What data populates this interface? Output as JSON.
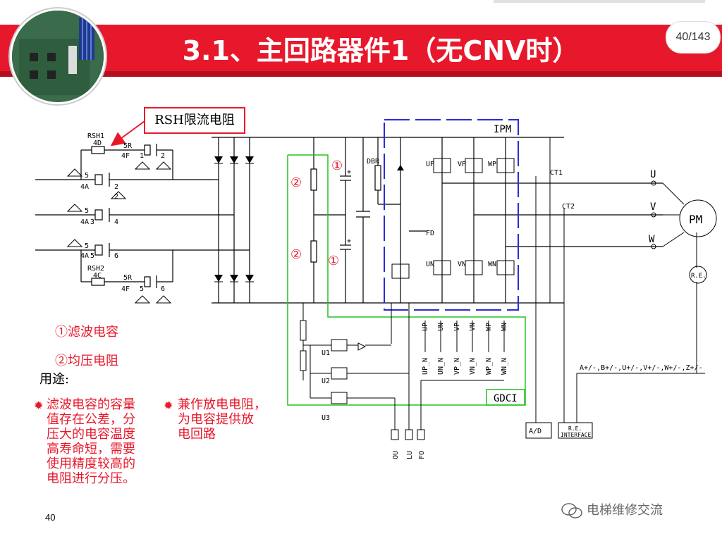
{
  "slide": {
    "title": "3.1、主回路器件1（无CNV时）",
    "page_badge": "40/143",
    "page_number": "40",
    "watermark": "电梯维修交流"
  },
  "callout": {
    "rsh_label": "RSH限流电阻"
  },
  "legend": {
    "item1": "①滤波电容",
    "item2": "②均压电阻",
    "usage": "用途:",
    "left_block": [
      "滤波电容的容量",
      "值存在公差，分",
      "压大的电容温度",
      "高寿命短，需要",
      "使用精度较高的",
      "电阻进行分压。"
    ],
    "right_block": [
      "兼作放电电阻，",
      "为电容提供放",
      "电回路"
    ]
  },
  "diagram": {
    "markers": {
      "circ1": "①",
      "circ2": "②"
    },
    "labels": {
      "rsh1": "RSH1",
      "r4d": "4D",
      "r5r_top": "5R",
      "r4f_top": "4F",
      "n1": "1",
      "n2": "2",
      "n5a": "5",
      "n4a1": "4A",
      "n2b": "2",
      "n5b": "5",
      "n4a2": "4A",
      "n3": "3",
      "n4": "4",
      "n5c": "5",
      "n4a3": "4A",
      "n5d": "5",
      "n6": "6",
      "rsh2": "RSH2",
      "r4c": "4C",
      "r5r_bot": "5R",
      "r4f_bot": "4F",
      "n5e": "5",
      "n6b": "6",
      "tri2": "2",
      "dbr": "DBR",
      "ipm": "IPM",
      "fd": "FD",
      "up": "UP",
      "vp": "VP",
      "wp": "WP",
      "un": "UN",
      "vn": "VN",
      "wn": "WN",
      "ct1": "CT1",
      "ct2": "CT2",
      "u": "U",
      "v": "V",
      "w": "W",
      "pm": "PM",
      "re": "R.E.",
      "gdci": "GDCI",
      "u1": "U1",
      "u2": "U2",
      "u3": "U3",
      "ou": "OU",
      "lu": "LU",
      "fo": "FO",
      "ad": "A/D",
      "re_if1": "R.E.",
      "re_if2": "INTERFACE",
      "bus": "A+/-,B+/-,U+/-,V+/-,W+/-,Z+/-"
    },
    "gate_labels_top": [
      "UP",
      "UN",
      "VP",
      "VN",
      "WP",
      "WN"
    ],
    "gate_labels_bot": [
      "UP_N",
      "UN_N",
      "VP_N",
      "VN_N",
      "WP_N",
      "WN_N"
    ]
  },
  "colors": {
    "banner": "#e8182c",
    "accent": "#e8182c",
    "ipm_box": "#2b2bd6",
    "green_box": "#22c422"
  }
}
